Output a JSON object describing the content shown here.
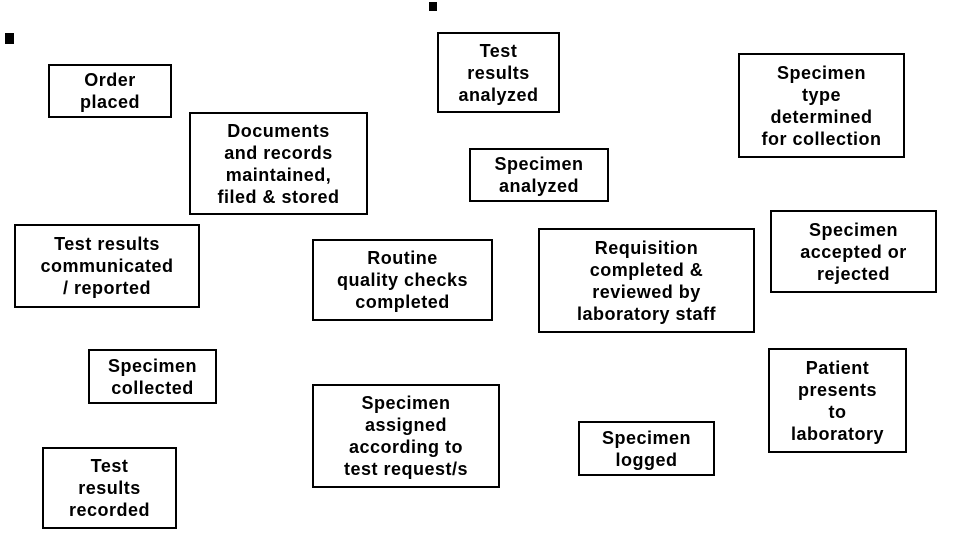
{
  "page": {
    "background_color": "#ffffff",
    "box_border_color": "#000000",
    "text_color": "#000000"
  },
  "diagram": {
    "boxes": [
      {
        "name": "order-placed",
        "text": "Order\nplaced"
      },
      {
        "name": "test-results-analyzed",
        "text": "Test\nresults\nanalyzed"
      },
      {
        "name": "specimen-type-determined",
        "text": "Specimen\ntype\ndetermined\nfor collection"
      },
      {
        "name": "documents-records",
        "text": "Documents\nand records\nmaintained,\nfiled & stored"
      },
      {
        "name": "specimen-analyzed",
        "text": "Specimen\nanalyzed"
      },
      {
        "name": "test-results-communicated",
        "text": "Test results\ncommunicated\n/ reported"
      },
      {
        "name": "routine-quality-checks",
        "text": "Routine\nquality checks\ncompleted"
      },
      {
        "name": "requisition-completed",
        "text": "Requisition\ncompleted &\nreviewed by\nlaboratory staff"
      },
      {
        "name": "specimen-accepted-rejected",
        "text": "Specimen\naccepted or\nrejected"
      },
      {
        "name": "specimen-collected",
        "text": "Specimen\ncollected"
      },
      {
        "name": "specimen-assigned",
        "text": "Specimen\nassigned\naccording to\ntest request/s"
      },
      {
        "name": "specimen-logged",
        "text": "Specimen\nlogged"
      },
      {
        "name": "patient-presents",
        "text": "Patient\npresents\nto\nlaboratory"
      },
      {
        "name": "test-results-recorded",
        "text": "Test\nresults\nrecorded"
      }
    ]
  }
}
